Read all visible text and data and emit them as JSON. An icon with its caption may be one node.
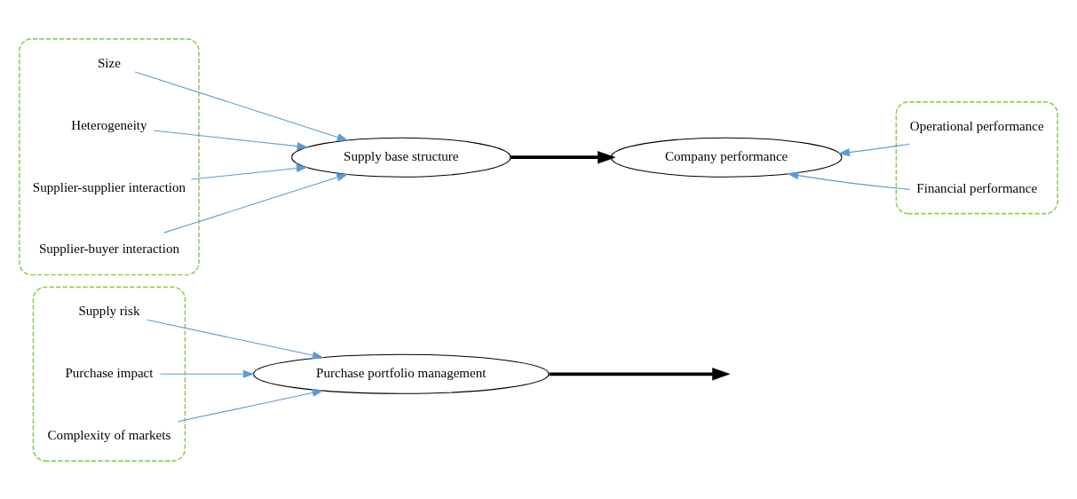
{
  "diagram": {
    "nodes": [
      {
        "text": [],
        "shape": "box"
      },
      {
        "text": [
          "Supply risk"
        ],
        "in": 0
      },
      {
        "text": [
          "Purchase impact"
        ],
        "in": 0
      },
      {
        "text": [
          "Complexity of markets"
        ],
        "in": 0
      },
      {
        "text": [],
        "shape": "box"
      },
      {
        "text": [
          "Size"
        ],
        "in": 4
      },
      {
        "text": [
          "Heterogeneity"
        ],
        "in": 4
      },
      {
        "text": [
          "Supplier-supplier interaction"
        ],
        "in": 4
      },
      {
        "text": [
          "Supplier-buyer interaction"
        ],
        "in": 4
      },
      {
        "text": [
          "Purchase portfolio management"
        ]
      },
      {
        "text": [
          "Supply base structure"
        ]
      },
      {
        "text": [],
        "shape": "box"
      },
      {
        "text": [
          "Operational performance"
        ],
        "in": 11
      },
      {
        "text": [
          "Financial performance"
        ],
        "in": 11
      },
      {
        "text": [
          "Company performance"
        ]
      }
    ],
    "edges": [
      {
        "from": 1,
        "to": 9,
        "arrow": "to"
      },
      {
        "from": 2,
        "to": 9,
        "arrow": "to"
      },
      {
        "from": 3,
        "to": 9,
        "arrow": "to"
      },
      {
        "from": 5,
        "to": 10,
        "arrow": "to"
      },
      {
        "from": 6,
        "to": 10,
        "arrow": "to"
      },
      {
        "from": 7,
        "to": 10,
        "arrow": "to"
      },
      {
        "from": 8,
        "to": 10,
        "arrow": "to"
      },
      {
        "from": 12,
        "to": 14,
        "arrow": "to"
      },
      {
        "from": 13,
        "to": 14,
        "arrow": "to"
      },
      {
        "from": 10,
        "to": 14,
        "arrow": "to",
        "style": "thick",
        "color": "#000000"
      },
      {
        "from": 9,
        "to": null,
        "arrow": "to",
        "style": "thick",
        "color": "#000000"
      }
    ]
  }
}
